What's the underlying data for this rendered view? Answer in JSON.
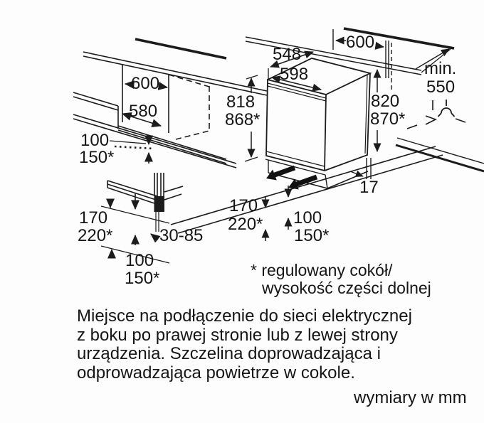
{
  "diagram_title_semantics": "built-in under-counter appliance installation drawing",
  "left_niche": {
    "niche_width": "600",
    "inner_width": "580",
    "recess_depth": "100",
    "recess_depth_adjustable": "150*"
  },
  "plinth_detail": {
    "height": "170",
    "height_adjustable": "220*",
    "adjust_range": "30-85",
    "depth": "100",
    "depth_adjustable": "150*"
  },
  "appliance": {
    "depth": "548",
    "counter_depth": "600",
    "width": "598",
    "niche_height": "818",
    "niche_height_adjustable": "868*",
    "height": "820",
    "height_adjustable": "870*",
    "min_label": "min.",
    "min_value": "550",
    "rear_gap": "17",
    "plinth_height": "170",
    "plinth_height_adjustable": "220*",
    "plinth_depth": "100",
    "plinth_depth_adjustable": "150*"
  },
  "footnote": {
    "line1": "* regulowany cokół/",
    "line2": "wysokość części dolnej"
  },
  "note": {
    "line1": "Miejsce na podłączenie do sieci elektrycznej",
    "line2": "z boku po prawej stronie lub z lewej strony",
    "line3": "urządzenia. Szczelina doprowadzająca i",
    "line4": "odprowadzająca powietrze w cokole."
  },
  "units_note": "wymiary w mm",
  "colors": {
    "line": "#1c1c1c",
    "background": "#fdfdfd"
  }
}
